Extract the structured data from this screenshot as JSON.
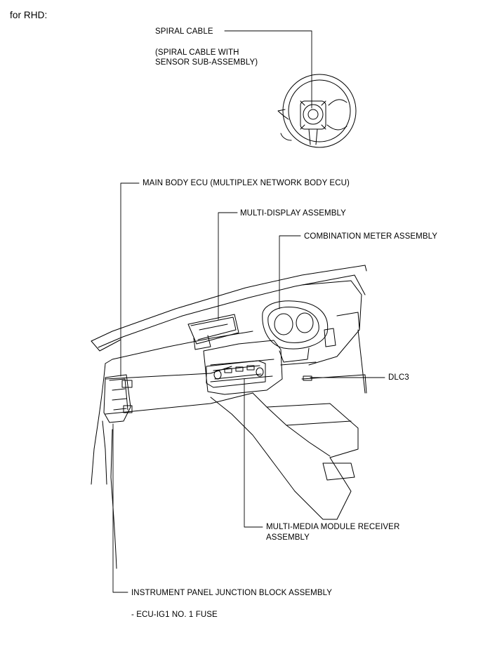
{
  "heading": "for RHD:",
  "labels": {
    "spiral_cable": "SPIRAL CABLE",
    "spiral_cable_note_1": "(SPIRAL CABLE WITH",
    "spiral_cable_note_2": "SENSOR SUB-ASSEMBLY)",
    "main_body_ecu": "MAIN BODY ECU (MULTIPLEX NETWORK BODY ECU)",
    "multi_display": "MULTI-DISPLAY ASSEMBLY",
    "combination_meter": "COMBINATION METER ASSEMBLY",
    "dlc3": "DLC3",
    "mm_receiver_1": "MULTI-MEDIA MODULE RECEIVER",
    "mm_receiver_2": "ASSEMBLY",
    "instrument_panel_jb": "INSTRUMENT PANEL JUNCTION BLOCK ASSEMBLY",
    "ecu_ig1_fuse": "- ECU-IG1 NO. 1 FUSE"
  }
}
